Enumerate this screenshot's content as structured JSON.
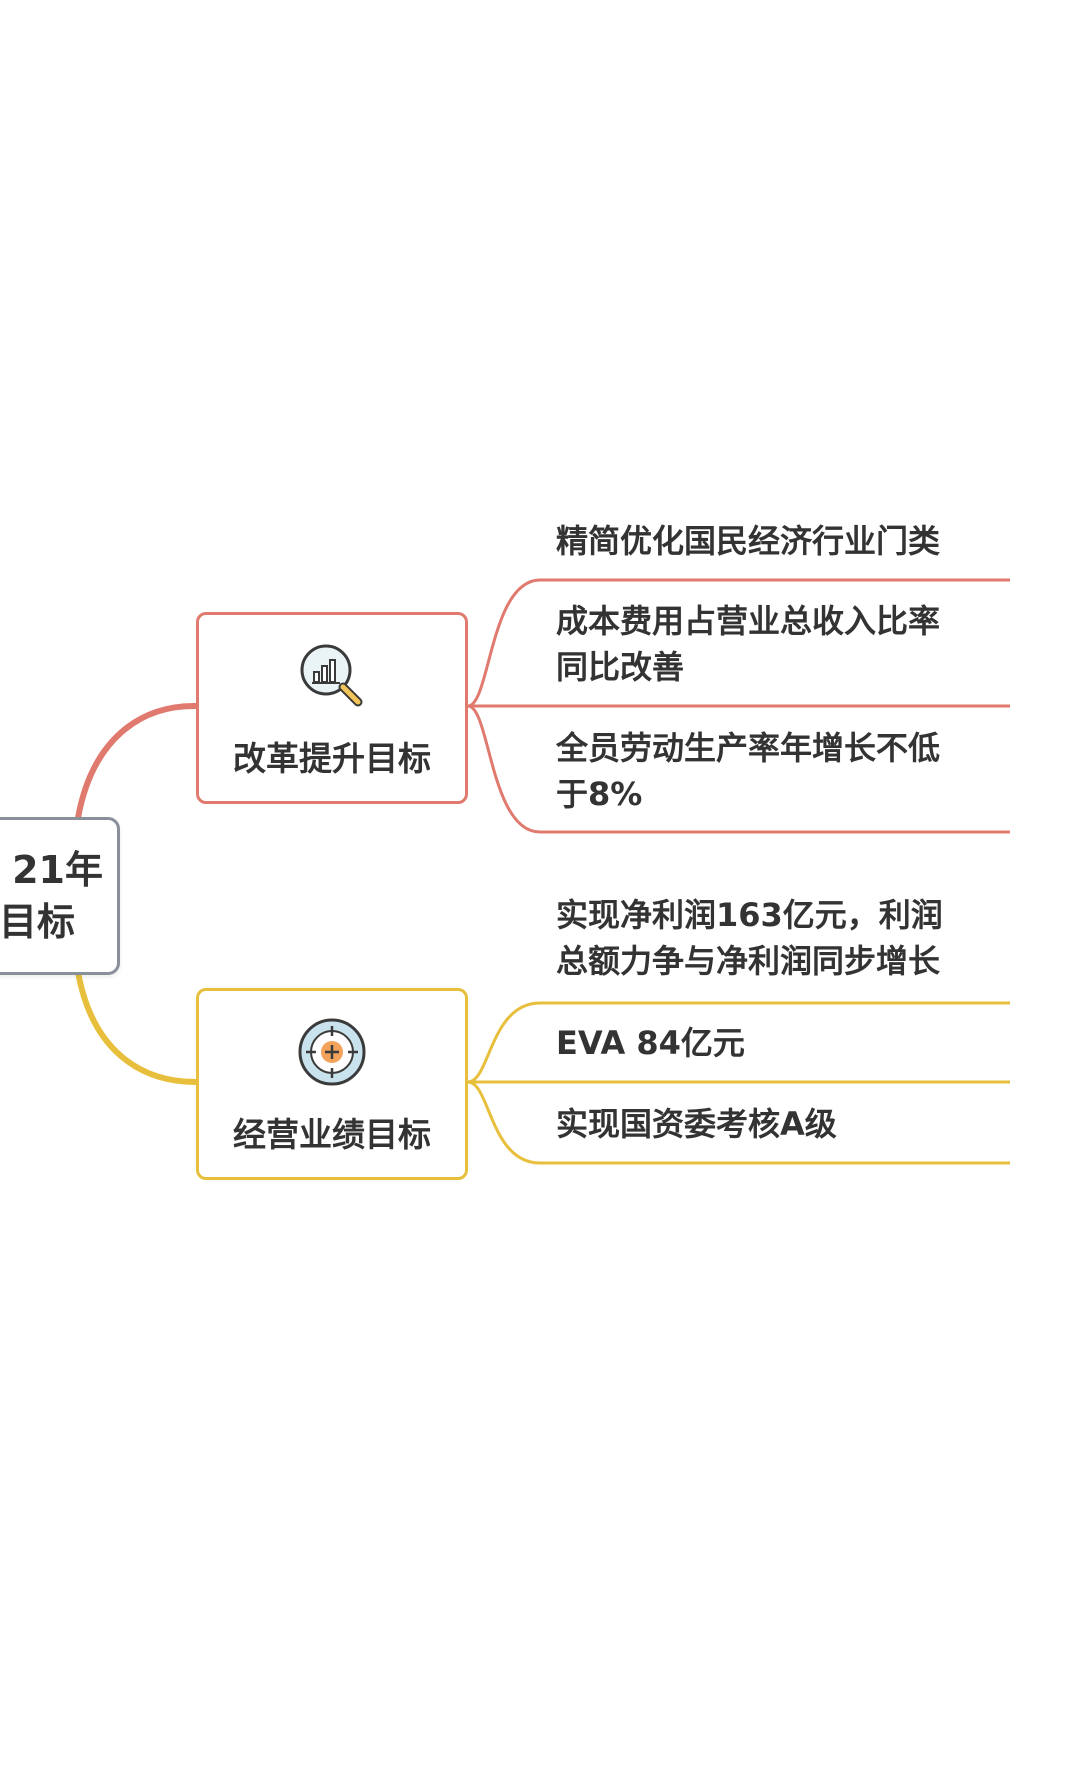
{
  "root": {
    "line1": "21年",
    "line2": "目标"
  },
  "branches": [
    {
      "label": "改革提升目标",
      "icon": "chart-magnifier-icon",
      "color": "#e07a6e",
      "leaves": [
        {
          "line1": "精简优化国民经济行业门类"
        },
        {
          "line1": "成本费用占营业总收入比率",
          "line2": "同比改善"
        },
        {
          "line1": "全员劳动生产率年增长不低",
          "line2": "于8%"
        }
      ]
    },
    {
      "label": "经营业绩目标",
      "icon": "target-crosshair-icon",
      "color": "#e8bf3c",
      "leaves": [
        {
          "line1": "实现净利润163亿元，利润",
          "line2": "总额力争与净利润同步增长"
        },
        {
          "line1": "EVA 84亿元"
        },
        {
          "line1": "实现国资委考核A级"
        }
      ]
    }
  ]
}
